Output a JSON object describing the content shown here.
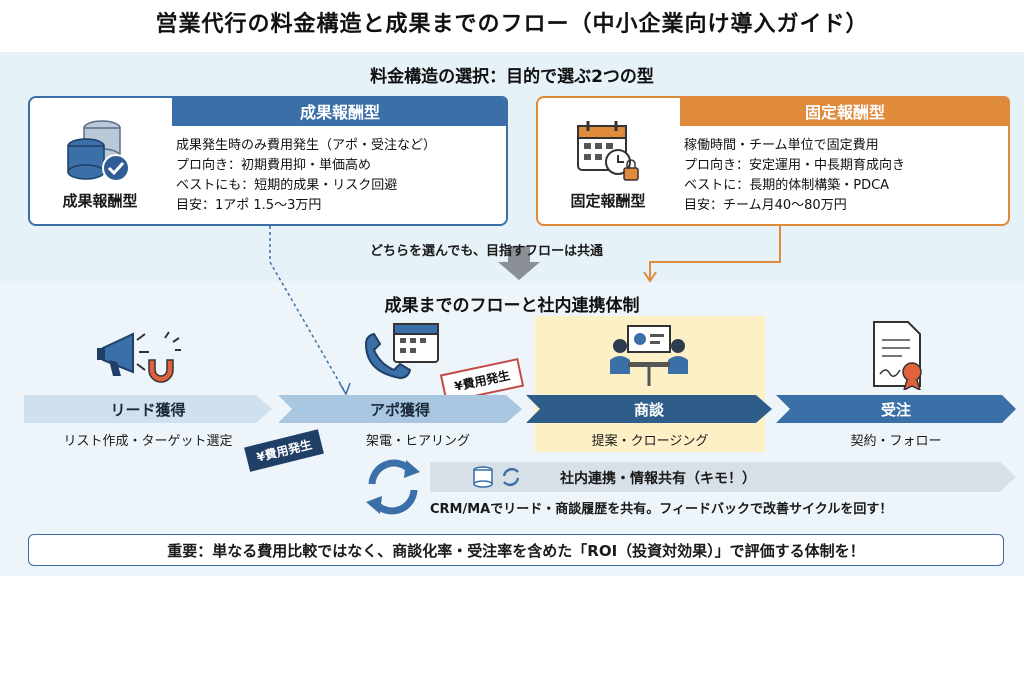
{
  "title": "営業代行の料金構造と成果までのフロー（中小企業向け導入ガイド）",
  "pricing": {
    "heading": "料金構造の選択：目的で選ぶ2つの型",
    "result_type": {
      "header": "成果報酬型",
      "label": "成果報酬型",
      "icon": "database-check-icon",
      "lines": [
        "成果発生時のみ費用発生（アポ・受注など）",
        "プロ向き：初期費用抑・単価高め",
        "ベストにも：短期的成果・リスク回避",
        "目安：1アポ 1.5〜3万円"
      ],
      "color": "#3a6fa8"
    },
    "fixed_type": {
      "header": "固定報酬型",
      "label": "固定報酬型",
      "icon": "calendar-lock-icon",
      "lines": [
        "稼働時間・チーム単位で固定費用",
        "プロ向き：安定運用・中長期育成向き",
        "ベストに：長期的体制構築・PDCA",
        "目安：チーム月40〜80万円"
      ],
      "color": "#e08a3c"
    },
    "common_note": "どちらを選んでも、目指すフローは共通"
  },
  "flow": {
    "heading": "成果までのフローと社内連携体制",
    "steps": [
      {
        "label": "リード獲得",
        "sub": "リスト作成・ターゲット選定",
        "icon": "megaphone-magnet-icon"
      },
      {
        "label": "アポ獲得",
        "sub": "架電・ヒアリング",
        "icon": "phone-calendar-icon"
      },
      {
        "label": "商談",
        "sub": "提案・クロージング",
        "icon": "meeting-icon"
      },
      {
        "label": "受注",
        "sub": "契約・フォロー",
        "icon": "contract-icon"
      }
    ],
    "tag_top": "¥費用発生",
    "tag_left": "¥費用発生",
    "share_title": "社内連携・情報共有（キモ！）",
    "share_sub": "CRM/MAでリード・商談履歴を共有。フィードバックで改善サイクルを回す！"
  },
  "important": "重要：単なる費用比較ではなく、商談化率・受注率を含めた「ROI（投資対効果）」で評価する体制を！"
}
